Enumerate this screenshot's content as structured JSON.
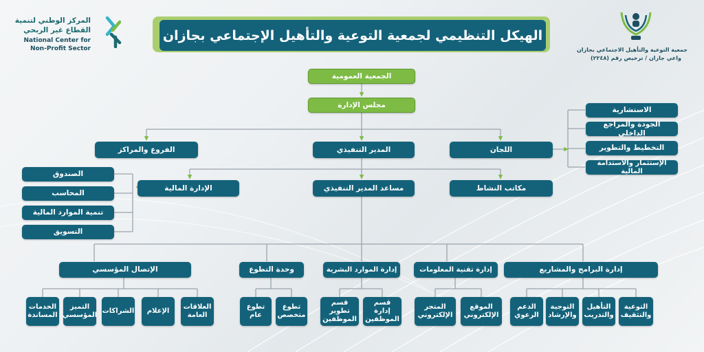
{
  "title": "الهيكل التنظيمي لجمعية التوعية والتأهيل الإجتماعي بجازان",
  "logo_left": {
    "line1": "المركز الوطني لتنمية",
    "line2": "القطاع غير الربحي",
    "line3": "National Center for",
    "line4": "Non-Profit Sector"
  },
  "logo_right": {
    "line1": "جمعية التوعية والتأهيل الاجتماعي بجازان",
    "line2": "واعي جازان / ترخيص رقم (٢٢٤٨)"
  },
  "colors": {
    "teal": "#14627a",
    "green": "#7dbb45",
    "banner_accent": "#a9ce6f",
    "connector": "#9aa4ab",
    "arrow": "#7dbb45"
  },
  "icons": {
    "logo_left": "ncnps-arrows-logo",
    "logo_right": "awareness-association-logo"
  },
  "nodes": {
    "general_assembly": "الجمعية العمومية",
    "board": "مجلس الإدارة",
    "branches": "الفروع والمراكز",
    "ceo": "المدير التنفيذي",
    "committees": "اللجان",
    "advisory": "الاستشارية",
    "quality": "الجودة والمراجع الداخلي",
    "planning": "التخطيط والتطوير",
    "investment": "الإستثمار والأستدامة المالية",
    "fund": "الصندوق",
    "accountant": "المحاسب",
    "fin_resources": "تنمية الموارد المالية",
    "marketing": "التسويق",
    "fin_admin": "الإدارة المالية",
    "asst_ceo": "مساعد المدير التنفيذي",
    "activity_offices": "مكاتب النشاط",
    "inst_comm": "الإتصال المؤسسي",
    "volunteer_unit": "وحدة التطوع",
    "hr": "إدارة الموارد البشرية",
    "it": "إدارة تقنية المعلومات",
    "programs": "إدارة البرامج والمشاريع",
    "support_services": "الخدمات\nالمساندة",
    "inst_excellence": "التميز\nالمؤسسي",
    "partnerships": "الشراكات",
    "media": "الإعلام",
    "public_relations": "العلاقات\nالعامة",
    "vol_general": "تطوع عام",
    "vol_specialized": "تطوع\nمتخصص",
    "staff_dev": "قسم تطوير\nالموظفين",
    "staff_admin": "قسم إدارة\nالموظفين",
    "e_store": "المتجر\nالإلكتروني",
    "website": "الموقع\nالإلكتروني",
    "care_support": "الدعم\nالرعوي",
    "guidance": "التوجية\nوالإرشاد",
    "training": "التأهيل\nوالتدريب",
    "awareness": "التوعية\nوالتثقيف"
  }
}
